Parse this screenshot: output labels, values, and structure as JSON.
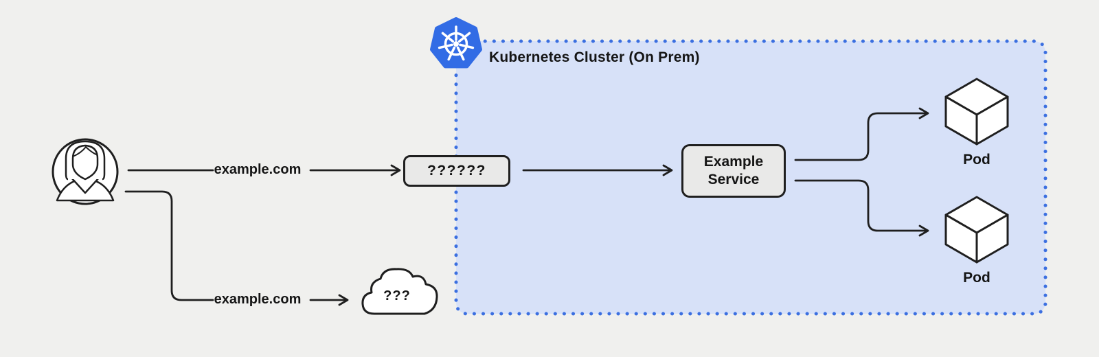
{
  "cluster": {
    "title": "Kubernetes Cluster (On Prem)",
    "service_label": "Example Service",
    "pods": [
      {
        "label": "Pod"
      },
      {
        "label": "Pod"
      }
    ]
  },
  "flows": {
    "top_label": "example.com",
    "bottom_label": "example.com",
    "unknown_box": "??????",
    "unknown_cloud": "???"
  },
  "icons": {
    "user": "user-avatar-icon",
    "kubernetes": "kubernetes-helm-logo",
    "pod": "cube-icon",
    "cloud": "cloud-icon"
  },
  "colors": {
    "page_background": "#f0f0ee",
    "cluster_fill": "#d7e1f8",
    "cluster_border": "#3b6fe0",
    "kubernetes_blue": "#326ce5",
    "node_fill": "#e9e9e8",
    "line": "#1f1f1f",
    "text": "#151515"
  }
}
